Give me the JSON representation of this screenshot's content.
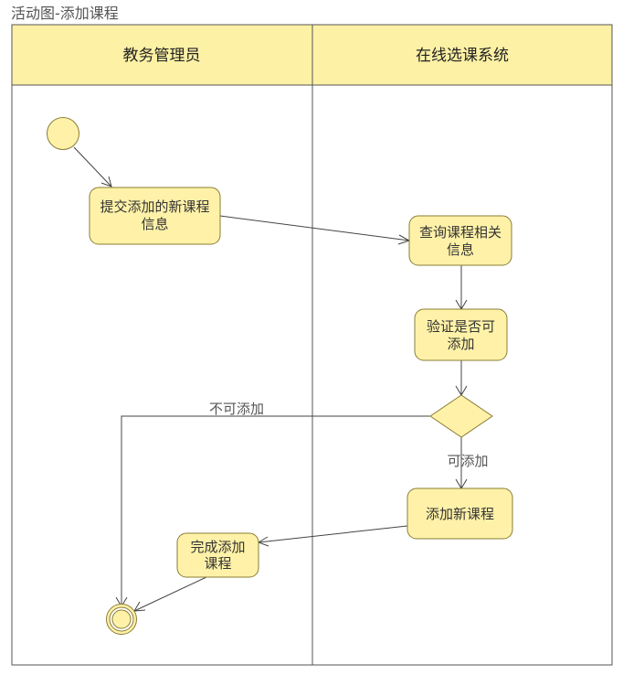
{
  "diagram": {
    "title": "活动图-添加课程",
    "lanes": [
      {
        "name": "教务管理员"
      },
      {
        "name": "在线选课系统"
      }
    ],
    "nodes": {
      "start": {
        "type": "initial"
      },
      "submit": {
        "type": "action",
        "lines": [
          "提交添加的新课程",
          "信息"
        ]
      },
      "query": {
        "type": "action",
        "lines": [
          "查询课程相关",
          "信息"
        ]
      },
      "verify": {
        "type": "action",
        "lines": [
          "验证是否可",
          "添加"
        ]
      },
      "decision": {
        "type": "decision"
      },
      "add": {
        "type": "action",
        "lines": [
          "添加新课程"
        ]
      },
      "complete": {
        "type": "action",
        "lines": [
          "完成添加",
          "课程"
        ]
      },
      "end": {
        "type": "final"
      }
    },
    "edges": [
      {
        "from": "start",
        "to": "submit",
        "label": ""
      },
      {
        "from": "submit",
        "to": "query",
        "label": ""
      },
      {
        "from": "query",
        "to": "verify",
        "label": ""
      },
      {
        "from": "verify",
        "to": "decision",
        "label": ""
      },
      {
        "from": "decision",
        "to": "end",
        "label": "不可添加"
      },
      {
        "from": "decision",
        "to": "add",
        "label": "可添加"
      },
      {
        "from": "add",
        "to": "complete",
        "label": ""
      },
      {
        "from": "complete",
        "to": "end",
        "label": ""
      }
    ],
    "colors": {
      "node_fill": "#fff2a8",
      "node_stroke": "#8a7d35",
      "header_fill": "#fdf1a5",
      "lane_border": "#555555",
      "edge": "#444444"
    }
  }
}
